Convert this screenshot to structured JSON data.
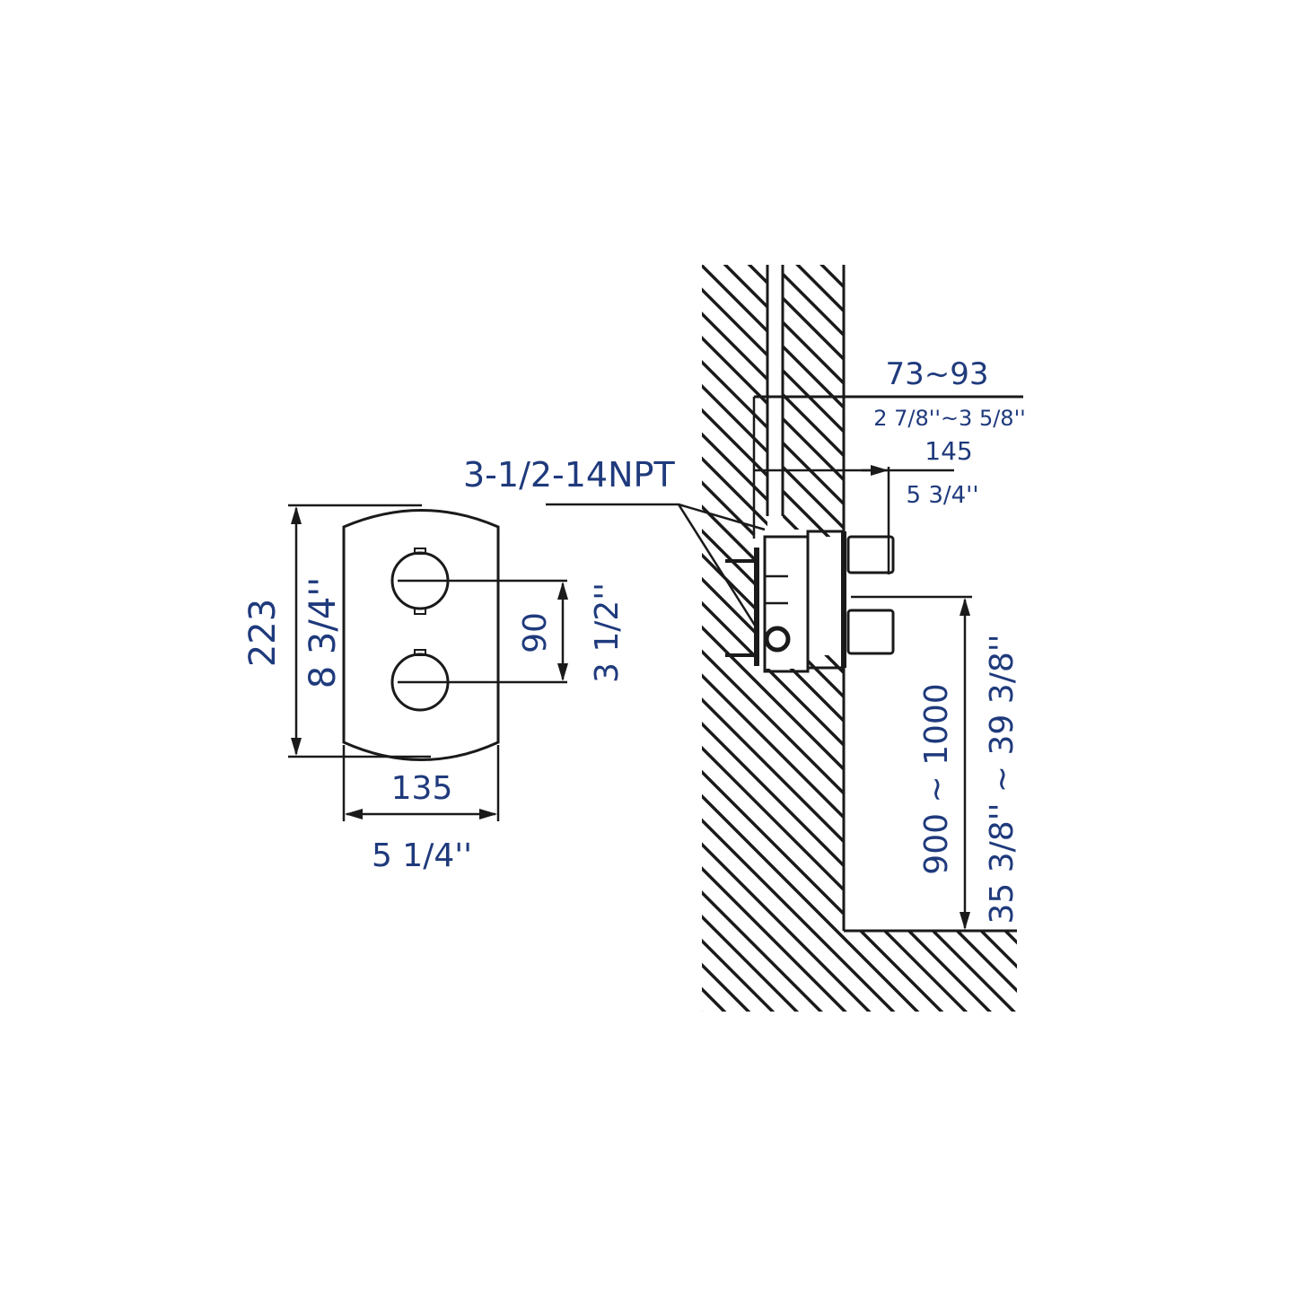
{
  "colors": {
    "text": "#1f3a7c",
    "line": "#1a1a1a",
    "background": "#ffffff"
  },
  "front_view": {
    "height_mm": "223",
    "height_in": "8 3/4''",
    "width_mm": "135",
    "width_in": "5 1/4''",
    "handle_spacing_mm": "90",
    "handle_spacing_in": "3 1/2''"
  },
  "side_view": {
    "thread_spec": "3-1/2-14NPT",
    "wall_depth_mm": "73~93",
    "wall_depth_in": "2 7/8''~3 5/8''",
    "projection_mm": "145",
    "projection_in": "5 3/4''",
    "mount_height_mm": "900 ~ 1000",
    "mount_height_in": "35 3/8'' ~ 39 3/8''"
  }
}
